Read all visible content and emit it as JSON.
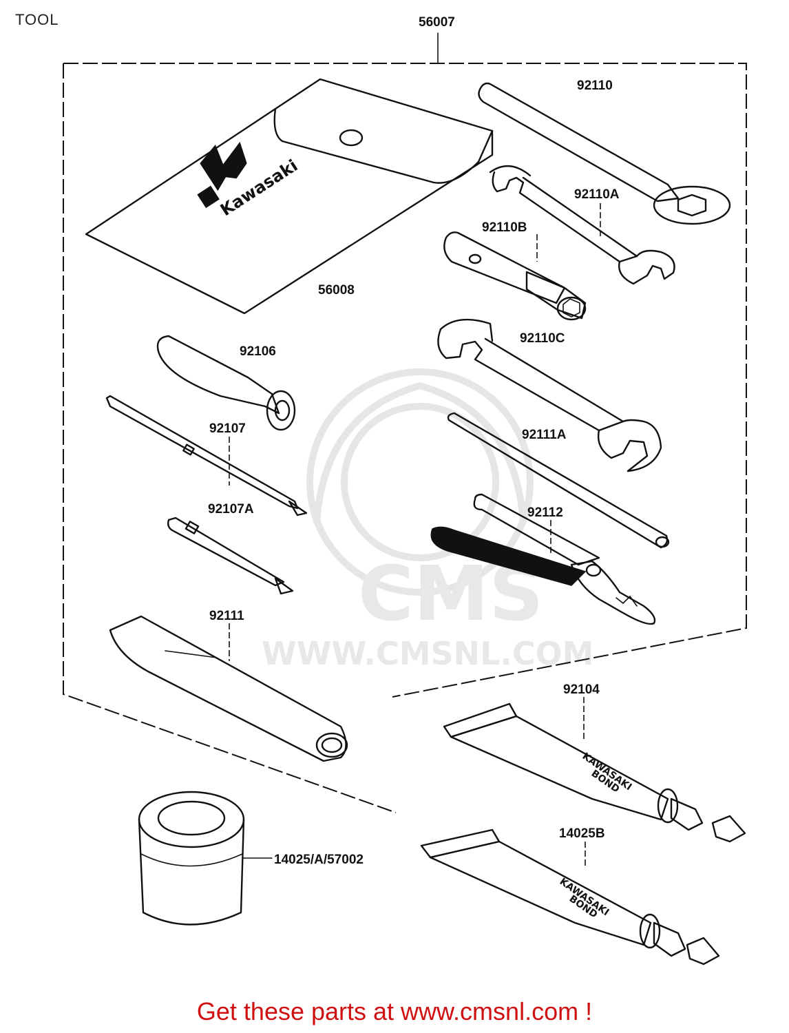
{
  "page": {
    "title": "TOOL",
    "footer": "Get these parts at www.cmsnl.com !"
  },
  "watermark": {
    "brand": "CMS",
    "url": "WWW.CMSNL.COM"
  },
  "pouch": {
    "brand": "Kawasaki"
  },
  "tube_print": {
    "line1": "KAWASAKI",
    "line2": "BOND"
  },
  "parts": {
    "kit": "56007",
    "pouch": "56008",
    "ring_wrench": "92110",
    "wrench_a": "92110A",
    "box_wrench": "92110B",
    "wrench_c": "92110C",
    "screwdriver_handle": "92106",
    "screwdriver_blade": "92107",
    "screwdriver_blade_a": "92107A",
    "bar": "92111A",
    "pliers": "92112",
    "extension": "92111",
    "tube_upper": "92104",
    "tube_lower": "14025B",
    "can": "14025/A/57002"
  }
}
